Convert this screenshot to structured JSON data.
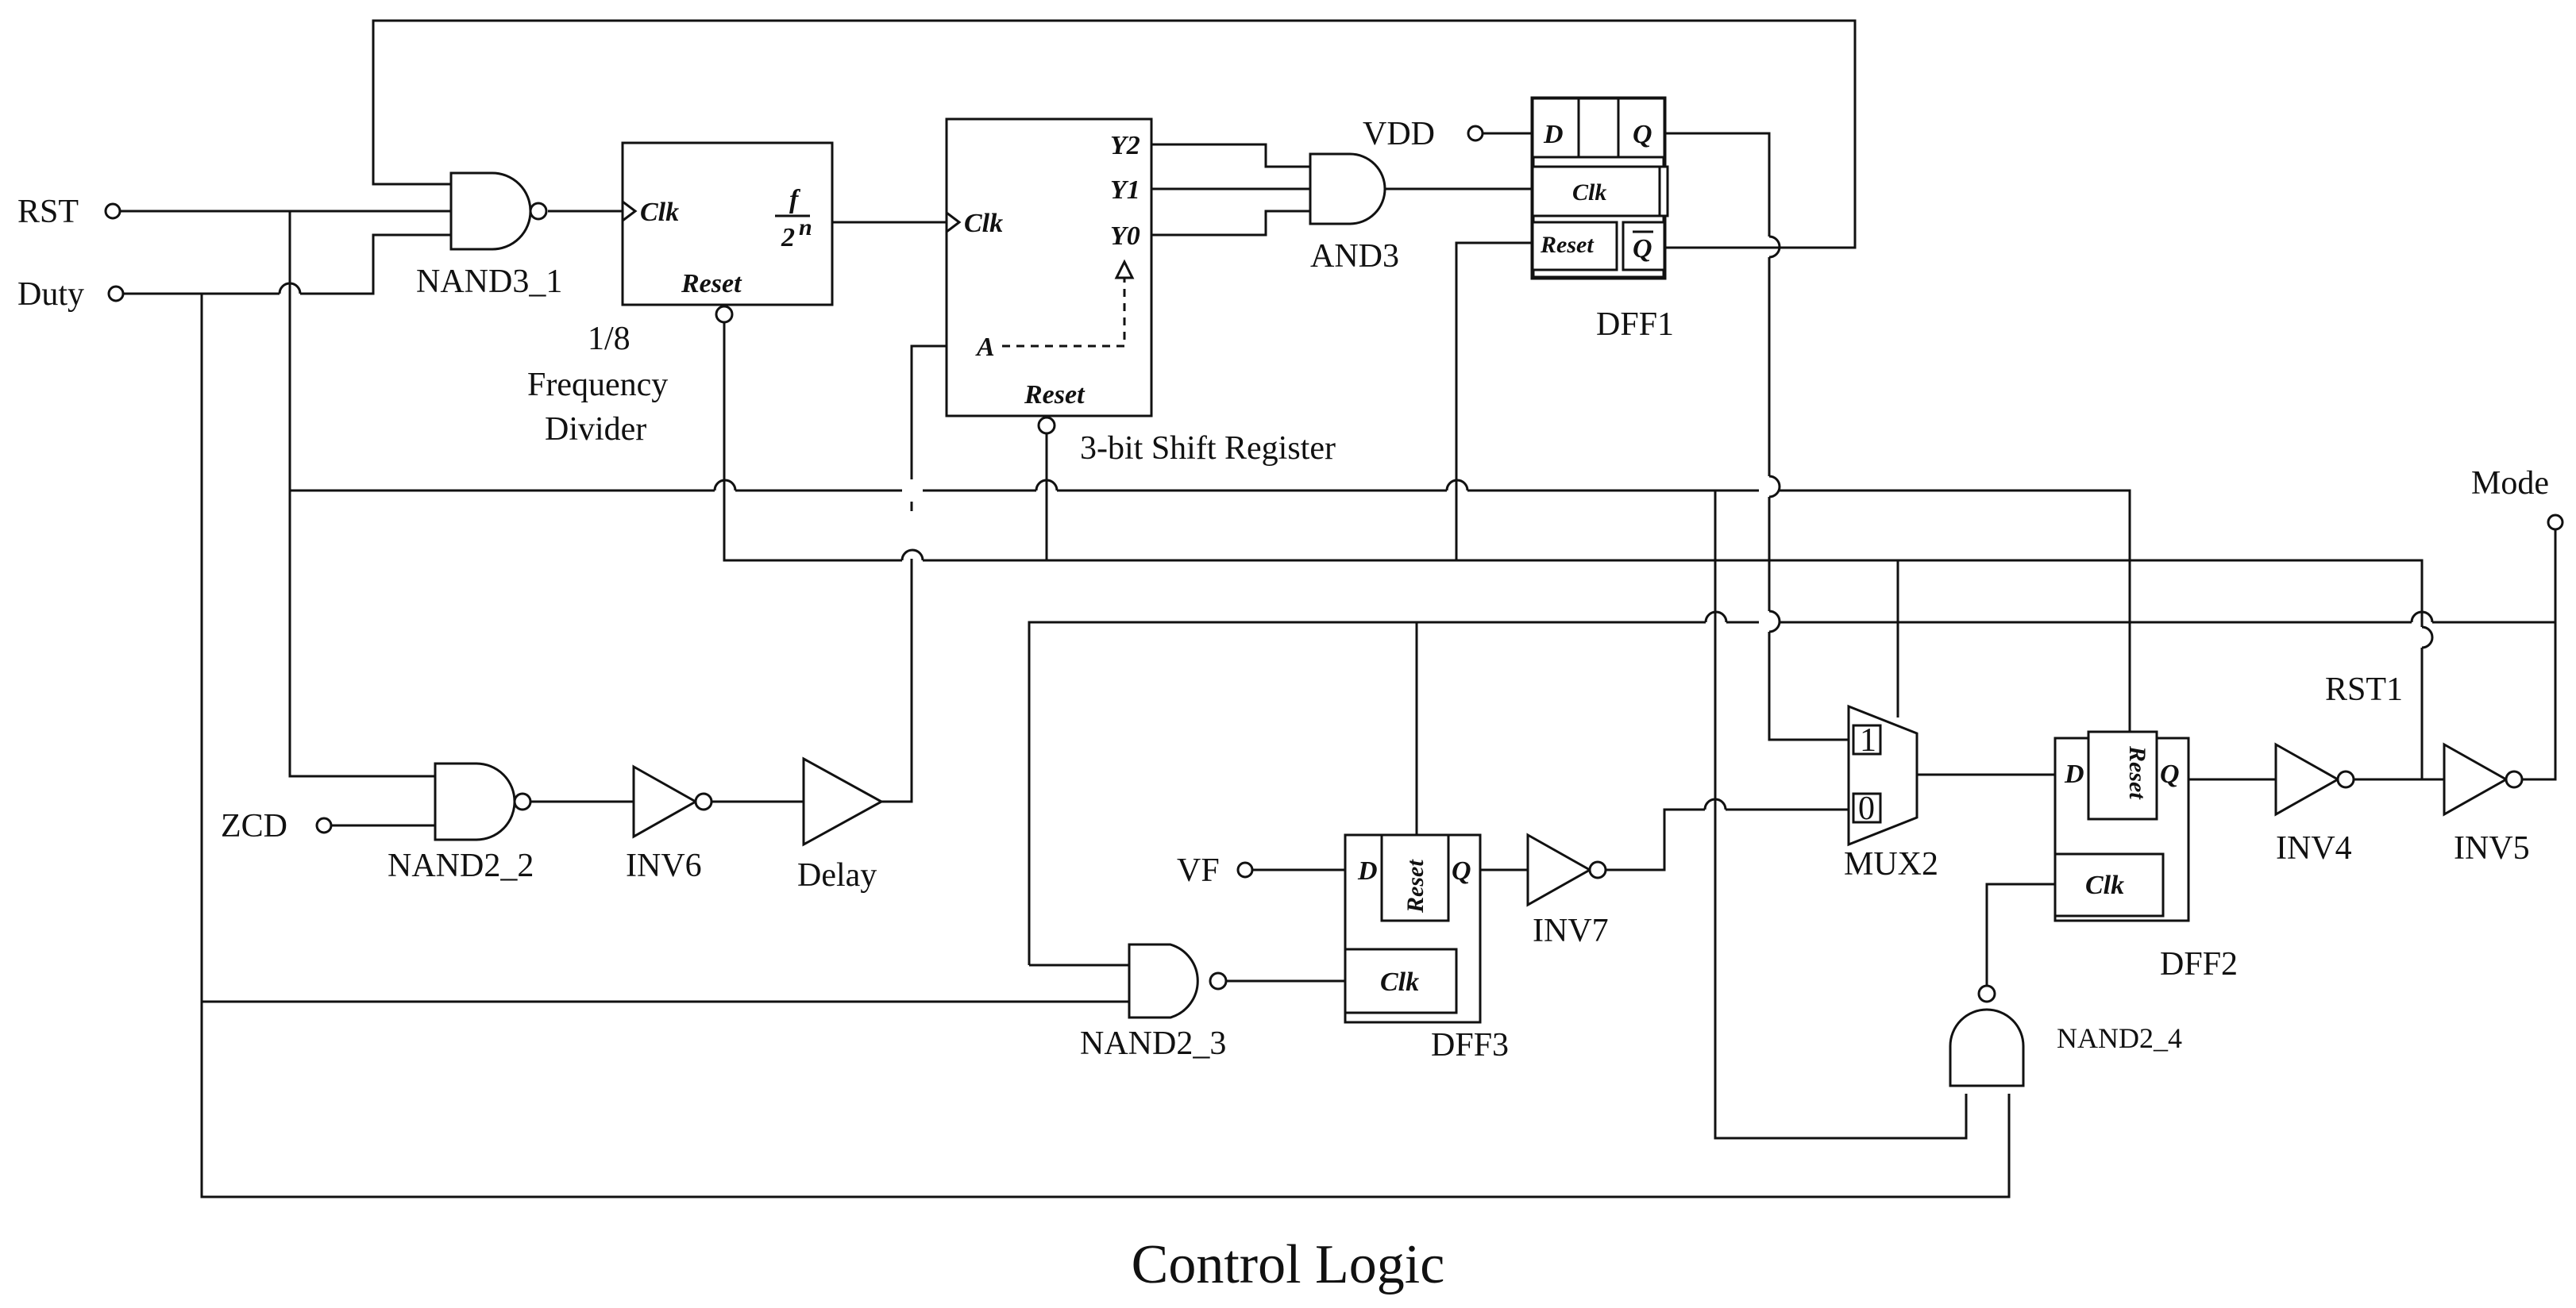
{
  "title": "Control Logic",
  "ports": {
    "rst": "RST",
    "duty": "Duty",
    "zcd": "ZCD",
    "vf": "VF",
    "vdd": "VDD",
    "mode": "Mode",
    "rst1": "RST1"
  },
  "gates": {
    "nand3_1": "NAND3_1",
    "and3": "AND3",
    "nand2_2": "NAND2_2",
    "inv6": "INV6",
    "delay": "Delay",
    "nand2_3": "NAND2_3",
    "inv7": "INV7",
    "mux2": "MUX2",
    "inv4": "INV4",
    "inv5": "INV5",
    "nand2_4": "NAND2_4"
  },
  "blocks": {
    "freq_divider": {
      "label_line1": "1/8",
      "label_line2": "Frequency",
      "label_line3": "Divider",
      "clk": "Clk",
      "reset": "Reset",
      "out_num": "f",
      "out_den": "2",
      "out_exp": "n"
    },
    "shift_register": {
      "label": "3-bit Shift Register",
      "clk": "Clk",
      "y2": "Y2",
      "y1": "Y1",
      "y0": "Y0",
      "a": "A",
      "reset": "Reset"
    },
    "dff1": {
      "label": "DFF1",
      "d": "D",
      "q": "Q",
      "qb": "Q",
      "clk": "Clk",
      "reset": "Reset"
    },
    "dff2": {
      "label": "DFF2",
      "d": "D",
      "q": "Q",
      "clk": "Clk",
      "reset": "Reset"
    },
    "dff3": {
      "label": "DFF3",
      "d": "D",
      "q": "Q",
      "clk": "Clk",
      "reset": "Reset"
    },
    "mux": {
      "in1": "1",
      "in0": "0"
    }
  }
}
